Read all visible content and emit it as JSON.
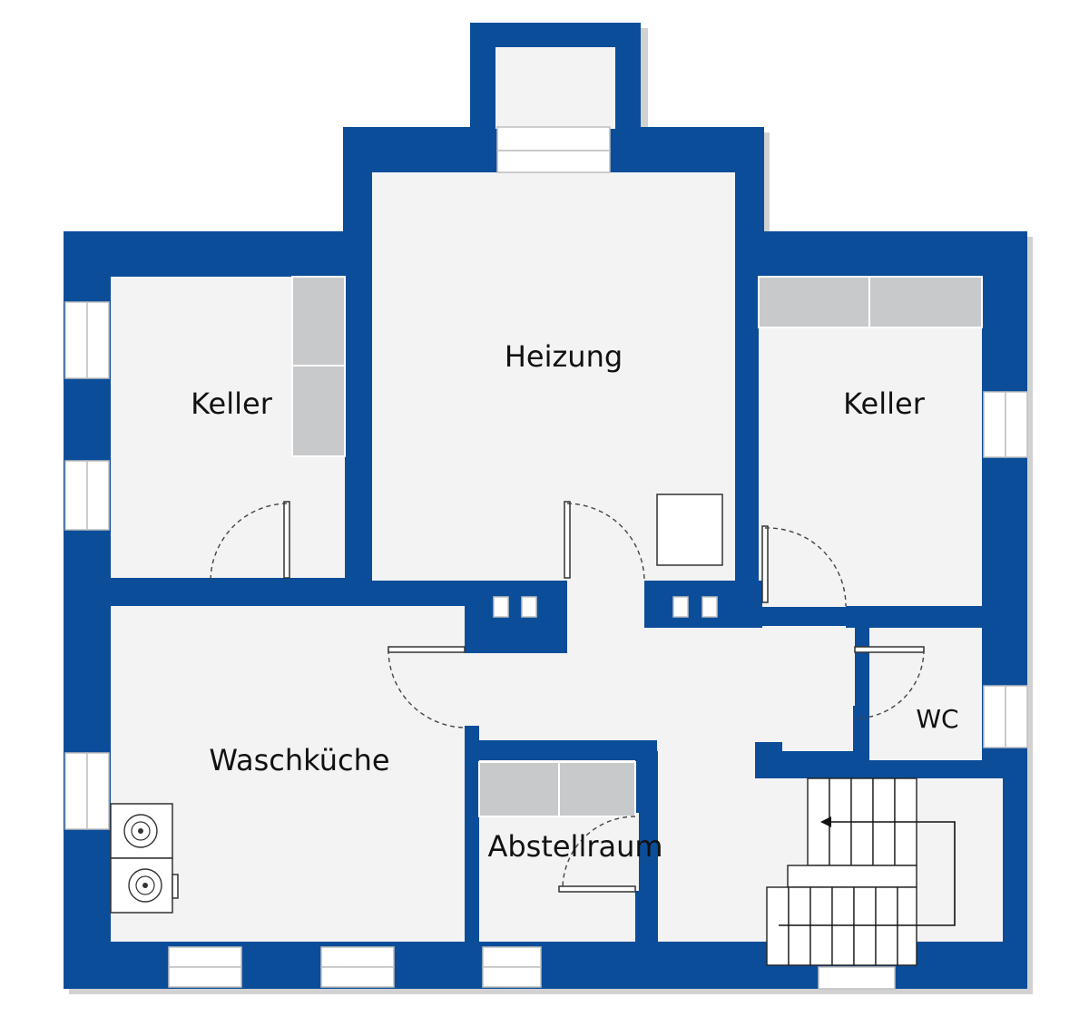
{
  "rooms": {
    "keller_left": "Keller",
    "heizung": "Heizung",
    "keller_right": "Keller",
    "waschkueche": "Waschküche",
    "abstellraum": "Abstellraum",
    "wc": "WC"
  },
  "colors": {
    "wall": "#0b4d99",
    "floor": "#f3f3f3",
    "cabinet": "#c8c9cb"
  },
  "icons": {
    "washer": "washing-machine-icon",
    "dryer": "dryer-icon",
    "boiler": "boiler-icon",
    "stairs": "staircase-icon"
  }
}
